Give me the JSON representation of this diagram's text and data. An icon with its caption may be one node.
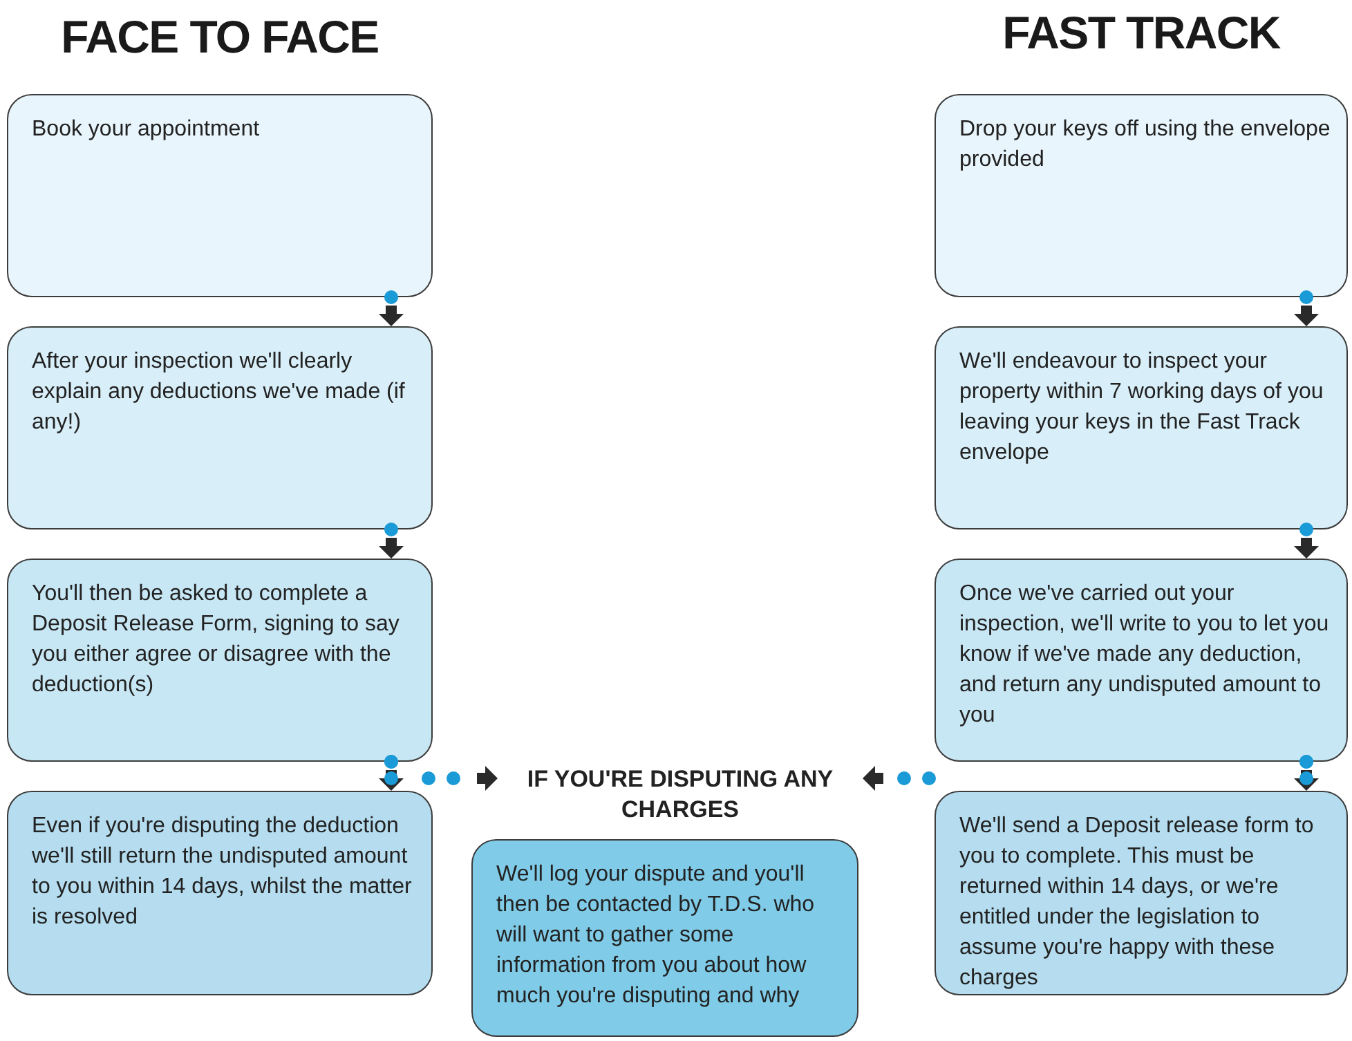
{
  "diagram": {
    "nodes": [
      {
        "text": [
          "Book your appointment"
        ]
      },
      {
        "text": [
          "After your inspection we'll clearly explain any deductions we've made (if any!)"
        ]
      },
      {
        "text": [
          "You'll then be asked to complete a Deposit Release Form, signing to say you either agree or disagree with the deduction(s)"
        ]
      },
      {
        "text": [
          "Even if you're disputing the deduction we'll still return the undisputed amount to you within 14 days, whilst the matter is resolved"
        ]
      },
      {
        "text": [
          "Drop your keys off using the envelope provided"
        ]
      },
      {
        "text": [
          "We'll endeavour to inspect your property within 7 working days of you leaving your keys in the Fast Track envelope"
        ]
      },
      {
        "text": [
          "Once we've carried out your inspection, we'll write to you to let you know if we've made any deduction, and return any undisputed amount to you"
        ]
      },
      {
        "text": [
          "We'll send a Deposit release form to you to complete. This must be returned within 14 days, or we're entitled under the legislation to assume you're happy with these charges"
        ]
      },
      {
        "text": [
          "IF YOU'RE DISPUTING ANY CHARGES"
        ]
      },
      {
        "text": [
          "We'll log your dispute and you'll then be contacted by T.D.S. who will want to gather some information from you about how much you're disputing and why"
        ]
      }
    ],
    "edges": [
      {
        "from": 0,
        "to": 1,
        "arrow": "to"
      },
      {
        "from": 1,
        "to": 2,
        "arrow": "to"
      },
      {
        "from": 2,
        "to": 3,
        "arrow": "to"
      },
      {
        "from": 4,
        "to": 5,
        "arrow": "to"
      },
      {
        "from": 5,
        "to": 6,
        "arrow": "to"
      },
      {
        "from": 6,
        "to": 7,
        "arrow": "to"
      },
      {
        "from": 2,
        "to": 8,
        "arrow": "to"
      },
      {
        "from": 6,
        "to": 8,
        "arrow": "to"
      }
    ],
    "labels": [
      "FACE TO FACE",
      "FAST TRACK"
    ]
  }
}
